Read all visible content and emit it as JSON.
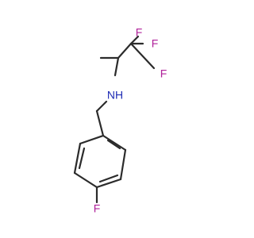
{
  "molecule": {
    "background": "#ffffff",
    "bond_color": "#2b2b2b",
    "colors": {
      "fluorine": "#b0219a",
      "nitrogen": "#1f2cb4"
    },
    "labels": {
      "f1": "F",
      "f2": "F",
      "f3": "F",
      "nh": "NH",
      "f_ring": "F"
    }
  }
}
